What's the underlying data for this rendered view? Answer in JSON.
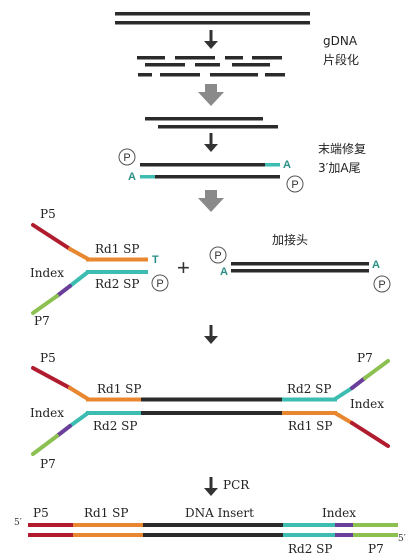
{
  "steps": {
    "fragment": {
      "line1": "gDNA",
      "line2": "片段化"
    },
    "repair": {
      "line1": "末端修复",
      "line2": "3′加A尾"
    },
    "adapter_title": "加接头",
    "pcr": "PCR"
  },
  "symbols": {
    "phosphate": "P",
    "a_base": "A",
    "t_base": "T",
    "plus": "+",
    "five_prime": "5′"
  },
  "adapter_labels": {
    "p5": "P5",
    "p7": "P7",
    "rd1": "Rd1 SP",
    "rd2": "Rd2 SP",
    "index": "Index"
  },
  "final_labels": {
    "insert": "DNA Insert"
  },
  "colors": {
    "dark": "#2b2b2b",
    "red": "#b01c2e",
    "orange": "#e8872f",
    "teal": "#3dbdb1",
    "purple": "#6a3f9a",
    "green": "#8cc152",
    "arrow_dark": "#333333",
    "arrow_gray": "#8a8a8a"
  }
}
